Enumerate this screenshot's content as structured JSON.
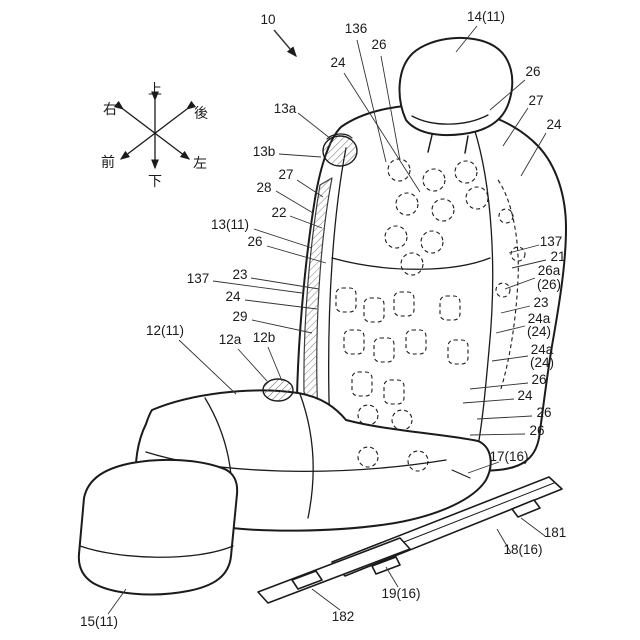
{
  "compass": {
    "up": "上",
    "down": "下",
    "right": "右",
    "rear": "後",
    "front": "前",
    "left": "左"
  },
  "labels": [
    {
      "text": "10"
    },
    {
      "text": "136"
    },
    {
      "text": "26"
    },
    {
      "text": "14(11)"
    },
    {
      "text": "24"
    },
    {
      "text": "26"
    },
    {
      "text": "27"
    },
    {
      "text": "13a"
    },
    {
      "text": "24"
    },
    {
      "text": "13b"
    },
    {
      "text": "27"
    },
    {
      "text": "28"
    },
    {
      "text": "22"
    },
    {
      "text": "13(11)"
    },
    {
      "text": "26"
    },
    {
      "text": "137"
    },
    {
      "text": "21"
    },
    {
      "text": "23"
    },
    {
      "text": "137"
    },
    {
      "text": "26a"
    },
    {
      "text": "(26)"
    },
    {
      "text": "24"
    },
    {
      "text": "23"
    },
    {
      "text": "29"
    },
    {
      "text": "24a"
    },
    {
      "text": "(24)"
    },
    {
      "text": "12(11)"
    },
    {
      "text": "12a"
    },
    {
      "text": "12b"
    },
    {
      "text": "24a"
    },
    {
      "text": "(24)"
    },
    {
      "text": "26"
    },
    {
      "text": "24"
    },
    {
      "text": "26"
    },
    {
      "text": "26"
    },
    {
      "text": "17(16)"
    },
    {
      "text": "181"
    },
    {
      "text": "18(16)"
    },
    {
      "text": "19(16)"
    },
    {
      "text": "182"
    },
    {
      "text": "15(11)"
    }
  ]
}
